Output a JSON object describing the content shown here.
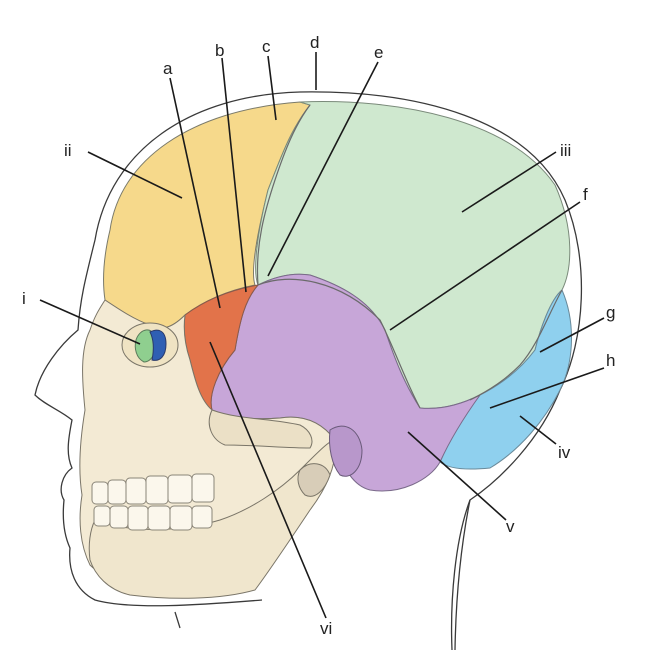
{
  "colors": {
    "frontal": "#f6d98b",
    "parietal": "#cfe8cf",
    "temporal": "#c7a6d8",
    "occipital": "#8fd0ee",
    "sphenoid": "#e2734a",
    "lacrimal": "#8fcf8f",
    "ethmoid": "#2f5fb3",
    "facial_bone": "#f3ead4",
    "skin_outline": "#3a3a3a",
    "leader": "#1a1a1a"
  },
  "labels": {
    "a": "a",
    "b": "b",
    "c": "c",
    "d": "d",
    "e": "e",
    "f": "f",
    "g": "g",
    "h": "h",
    "i": "i",
    "ii": "ii",
    "iii": "iii",
    "iv": "iv",
    "v": "v",
    "vi": "vi"
  }
}
